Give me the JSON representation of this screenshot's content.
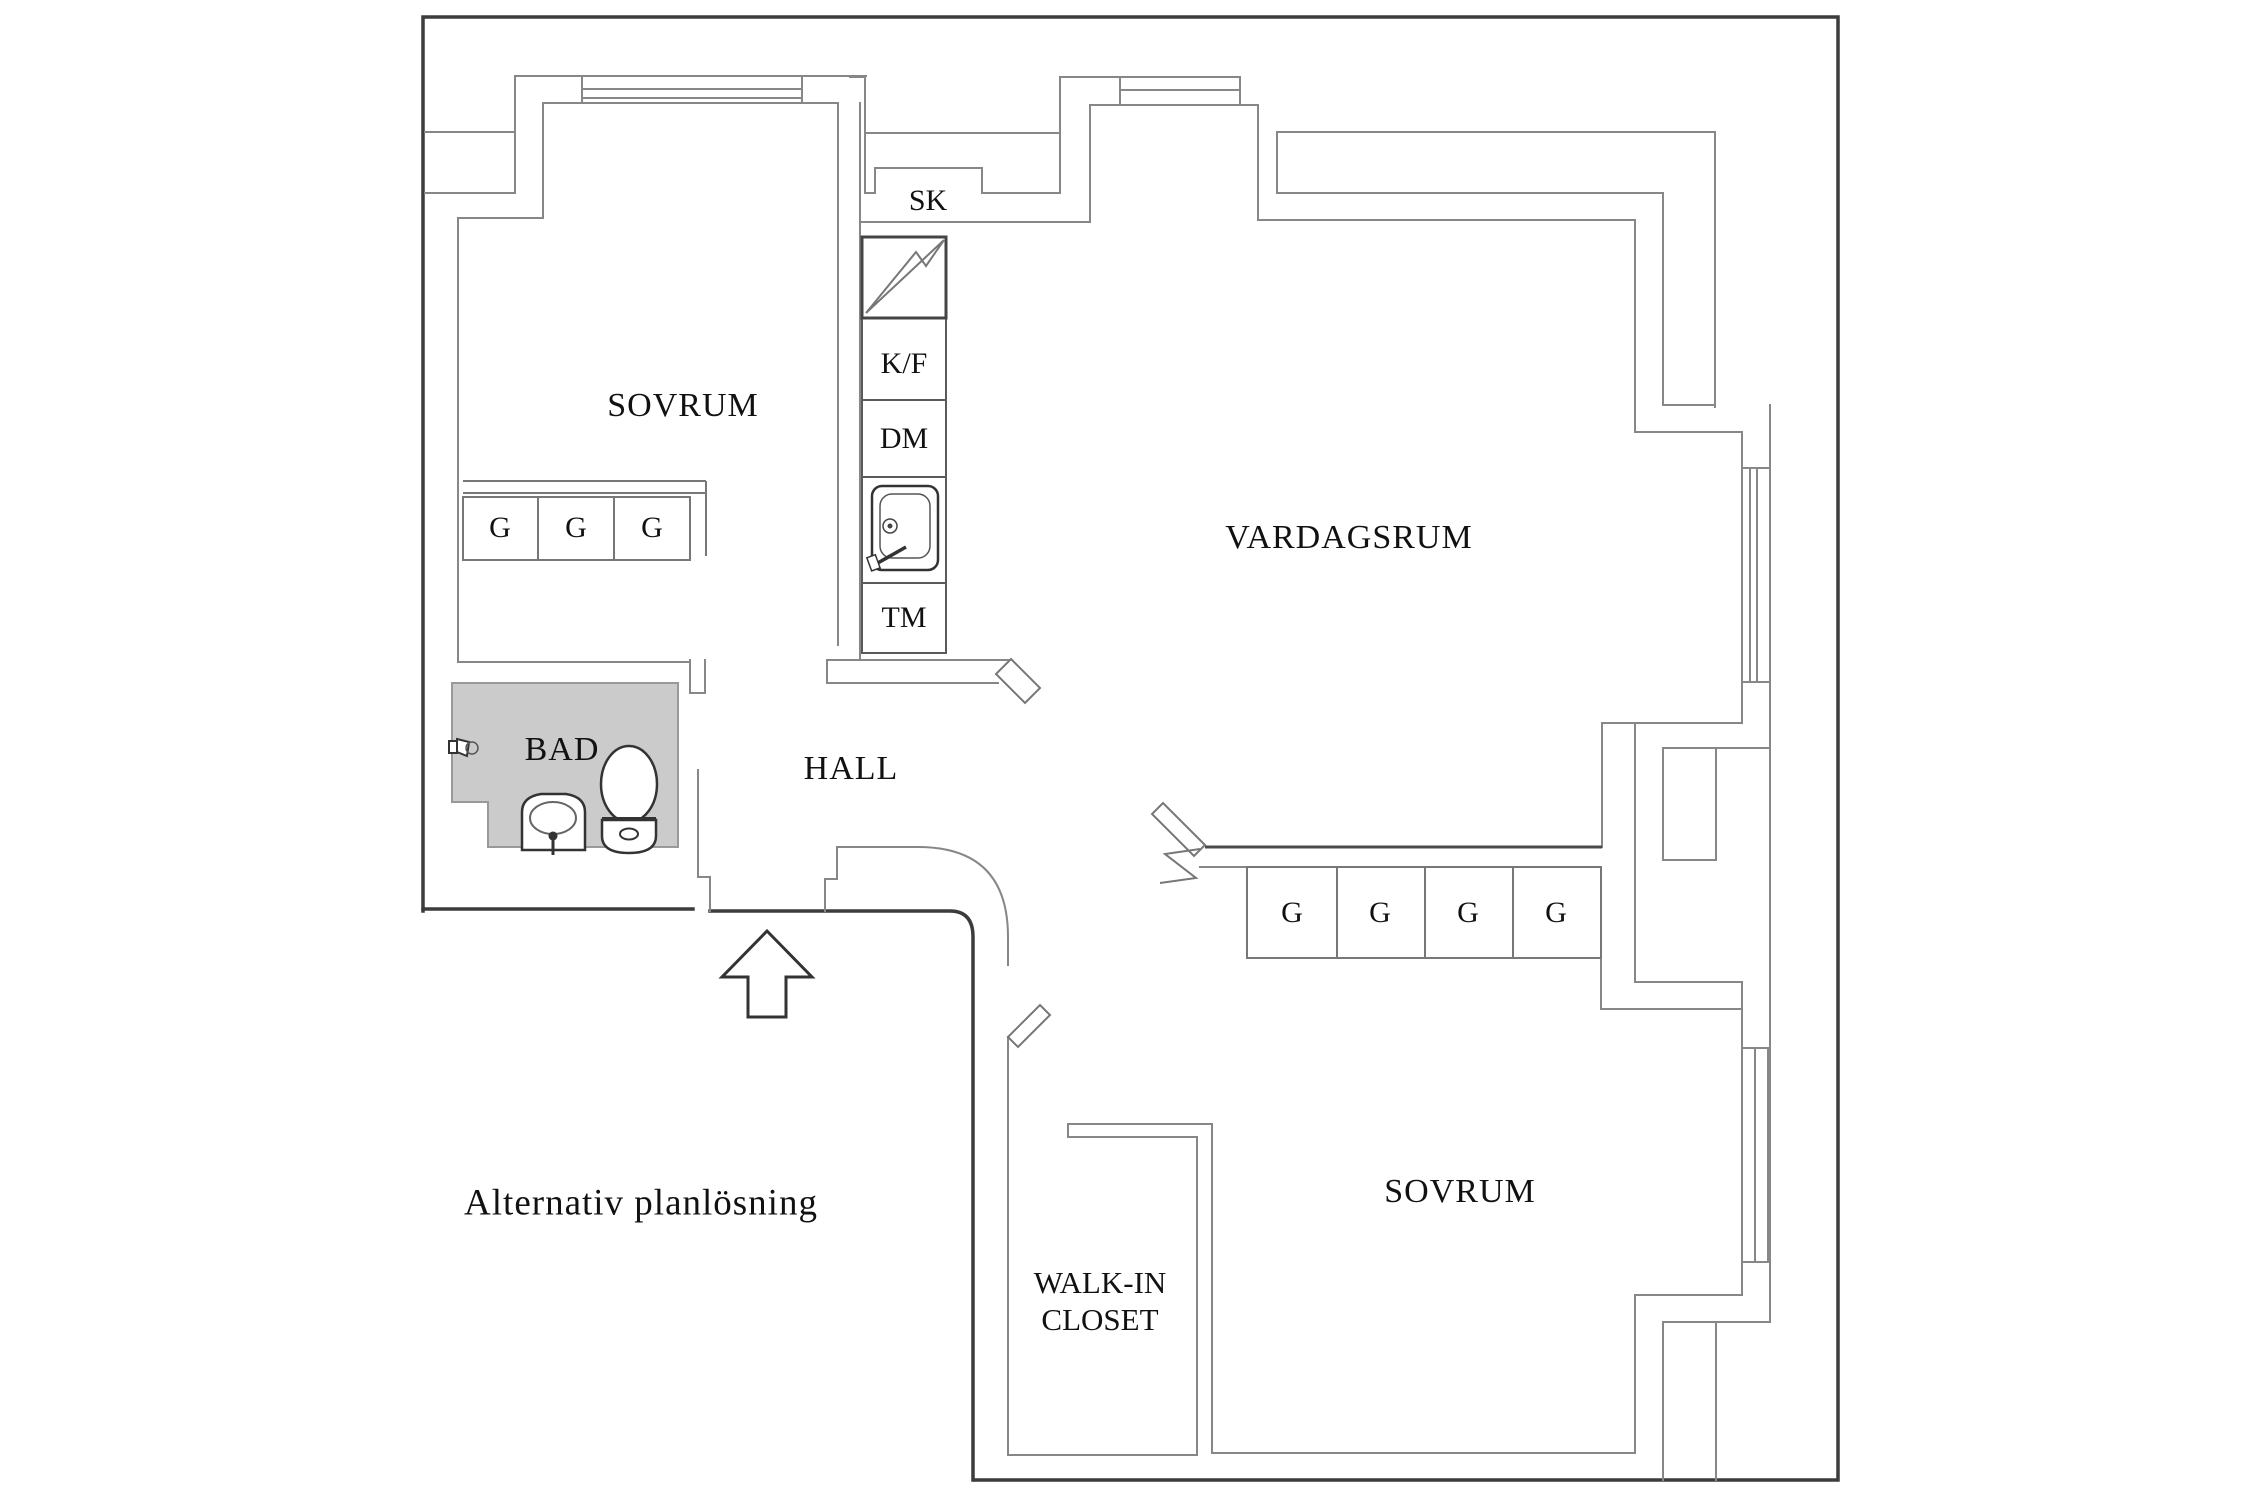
{
  "caption": "Alternativ planlösning",
  "rooms": {
    "bedroom_top": "SOVRUM",
    "living_room": "VARDAGSRUM",
    "hall": "HALL",
    "bathroom": "BAD",
    "bedroom_bottom": "SOVRUM",
    "walk_in_closet_line1": "WALK-IN",
    "walk_in_closet_line2": "CLOSET"
  },
  "kitchen": {
    "cleaning_closet": "SK",
    "fridge_freezer": "K/F",
    "dishwasher": "DM",
    "washing_machine": "TM"
  },
  "wardrobes": {
    "bedroom_top": [
      "G",
      "G",
      "G"
    ],
    "bedroom_bottom": [
      "G",
      "G",
      "G",
      "G"
    ]
  },
  "colors": {
    "outer_wall": "#3c3c3c",
    "inner_wall": "#878787",
    "bathroom_fill": "#cbcbcb",
    "text": "#111111",
    "background": "#ffffff"
  }
}
